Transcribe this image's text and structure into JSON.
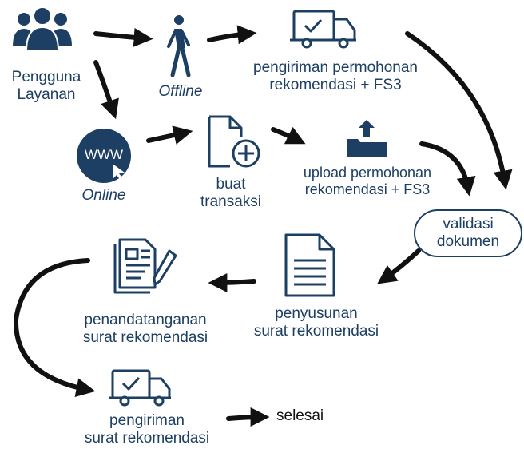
{
  "diagram": {
    "actor": {
      "line1": "Pengguna",
      "line2": "Layanan",
      "icon": "users-icon"
    },
    "offline": {
      "label": "Offline",
      "icon": "walking-person-icon"
    },
    "online": {
      "label": "Online",
      "icon_text": "WWW",
      "icon": "globe-www-icon"
    },
    "send_request": {
      "line1": "pengiriman permohonan",
      "line2": "rekomendasi + FS3",
      "icon": "delivery-truck-icon"
    },
    "create_transaction": {
      "line1": "buat",
      "line2": "transaksi",
      "icon": "add-document-icon"
    },
    "upload_request": {
      "line1": "upload permohonan",
      "line2": "rekomendasi + FS3",
      "icon": "upload-tray-icon"
    },
    "validation": {
      "line1": "validasi",
      "line2": "dokumen"
    },
    "drafting": {
      "line1": "penyusunan",
      "line2": "surat rekomendasi",
      "icon": "document-icon"
    },
    "signing": {
      "line1": "penandatanganan",
      "line2": "surat rekomendasi",
      "icon": "signing-document-icon"
    },
    "send_letter": {
      "line1": "pengiriman",
      "line2": "surat rekomendasi",
      "icon": "delivery-truck-icon"
    },
    "finish": {
      "label": "selesai"
    }
  },
  "colors": {
    "primary": "#1d3f63",
    "arrow": "#111111",
    "text_dark": "#111111"
  }
}
